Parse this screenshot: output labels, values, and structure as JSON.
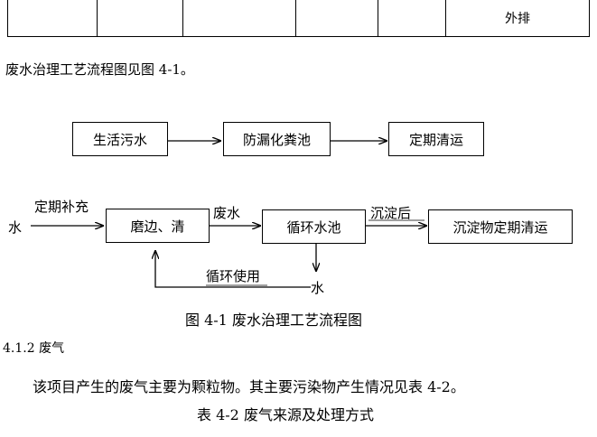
{
  "top_table": {
    "last_cell": "外排"
  },
  "intro_line": "废水治理工艺流程图见图 4-1。",
  "flow1": {
    "node1": "生活污水",
    "node2": "防漏化粪池",
    "node3": "定期清运"
  },
  "flow2": {
    "input_water": "水",
    "input_label": "定期补充",
    "node1": "磨边、清",
    "edge1_label": "废水",
    "node2": "循环水池",
    "edge2_label": "沉淀后",
    "node3": "沉淀物定期清运",
    "loop_label": "循环使用",
    "output_water": "水"
  },
  "figure_caption": "图 4-1 废水治理工艺流程图",
  "section_heading": "4.1.2 废气",
  "paragraph": "该项目产生的废气主要为颗粒物。其主要污染物产生情况见表 4-2。",
  "table_caption": "表 4-2 废气来源及处理方式"
}
